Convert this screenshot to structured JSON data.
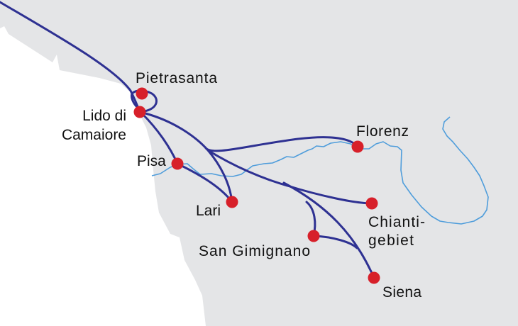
{
  "map": {
    "colors": {
      "land": "#e4e5e7",
      "sea": "#ffffff",
      "route": "#2e3192",
      "river": "#4f9ddb",
      "city": "#d7202a"
    },
    "cities": [
      {
        "id": "pietrasanta",
        "lines": [
          "Pietrasanta"
        ]
      },
      {
        "id": "lido",
        "lines": [
          "Lido di",
          "Camaiore"
        ]
      },
      {
        "id": "pisa",
        "lines": [
          "Pisa"
        ]
      },
      {
        "id": "lari",
        "lines": [
          "Lari"
        ]
      },
      {
        "id": "florenz",
        "lines": [
          "Florenz"
        ]
      },
      {
        "id": "chianti",
        "lines": [
          "Chianti-",
          "gebiet"
        ]
      },
      {
        "id": "sangimignano",
        "lines": [
          "San Gimignano"
        ]
      },
      {
        "id": "siena",
        "lines": [
          "Siena"
        ]
      }
    ]
  }
}
